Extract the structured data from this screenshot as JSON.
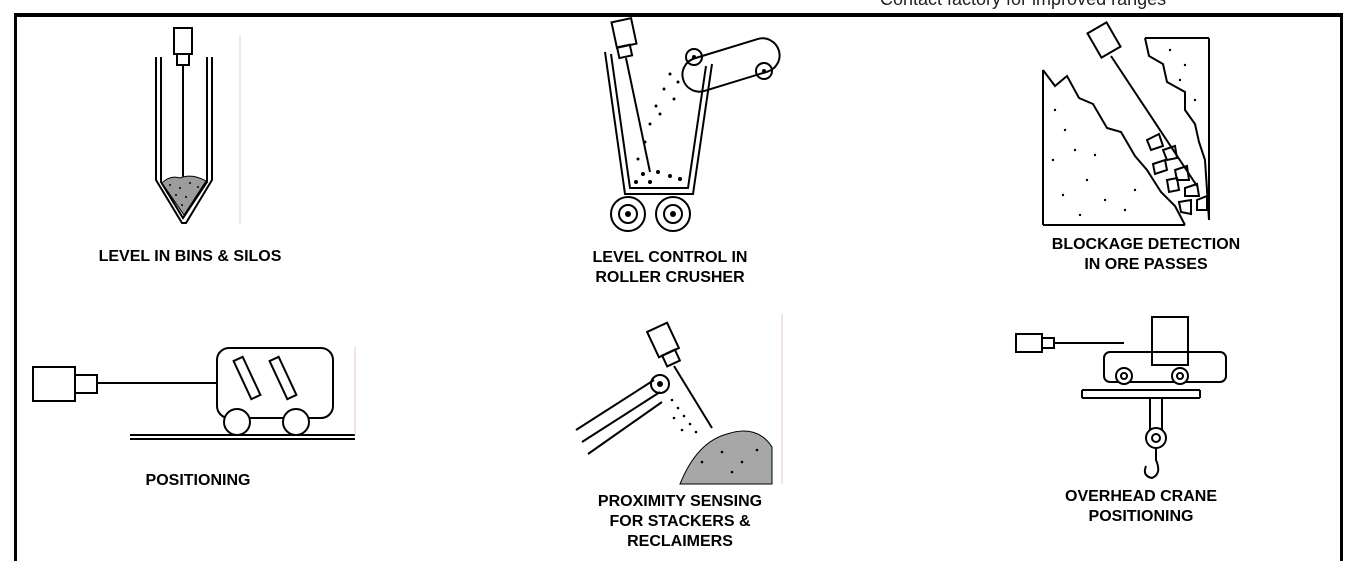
{
  "header_note": "Contact factory for improved ranges",
  "panels": [
    {
      "id": "bins-silos",
      "label": "LEVEL IN BINS & SILOS"
    },
    {
      "id": "roller-crusher",
      "label": "LEVEL CONTROL IN\nROLLER CRUSHER"
    },
    {
      "id": "ore-passes",
      "label": "BLOCKAGE DETECTION\nIN ORE PASSES"
    },
    {
      "id": "positioning",
      "label": "POSITIONING"
    },
    {
      "id": "stackers-reclaimers",
      "label": "PROXIMITY SENSING\nFOR STACKERS &\nRECLAIMERS"
    },
    {
      "id": "overhead-crane",
      "label": "OVERHEAD CRANE\nPOSITIONING"
    }
  ]
}
